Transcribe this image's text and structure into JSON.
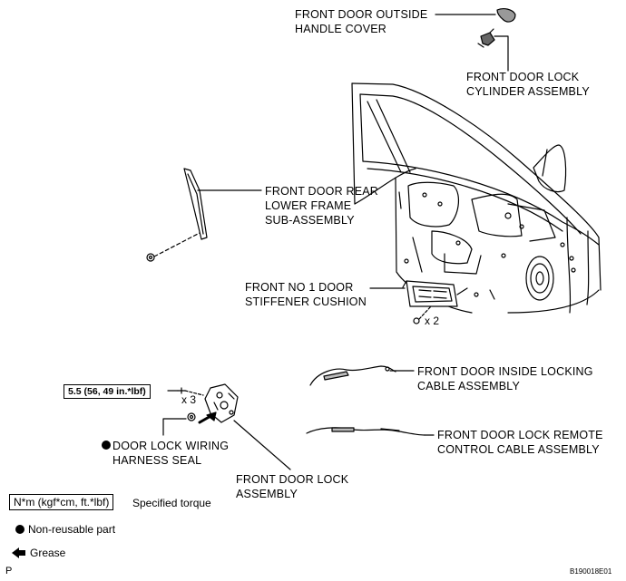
{
  "labels": {
    "outside_handle_cover": [
      "FRONT DOOR OUTSIDE",
      "HANDLE COVER"
    ],
    "lock_cylinder": [
      "FRONT DOOR LOCK",
      "CYLINDER ASSEMBLY"
    ],
    "rear_lower_frame": [
      "FRONT DOOR REAR",
      "LOWER FRAME",
      "SUB-ASSEMBLY"
    ],
    "stiffener_cushion": [
      "FRONT NO  1 DOOR",
      "STIFFENER CUSHION"
    ],
    "inside_locking_cable": [
      "FRONT DOOR INSIDE LOCKING",
      "CABLE ASSEMBLY"
    ],
    "remote_control_cable": [
      "FRONT DOOR LOCK REMOTE",
      "CONTROL CABLE ASSEMBLY"
    ],
    "wiring_harness_seal": [
      "DOOR LOCK WIRING",
      "HARNESS SEAL"
    ],
    "door_lock_assembly": [
      "FRONT DOOR LOCK",
      "ASSEMBLY"
    ]
  },
  "quantities": {
    "stiffener_screws": "x 2",
    "lock_screws": "x 3"
  },
  "torque_value": "5.5 (56, 49 in.*lbf)",
  "legend": {
    "torque_box": "N*m (kgf*cm, ft.*lbf)",
    "torque_text": "Specified torque",
    "nonreusable": "Non-reusable part",
    "grease": "Grease"
  },
  "corner_letter": "P",
  "figure_code": "B190018E01"
}
